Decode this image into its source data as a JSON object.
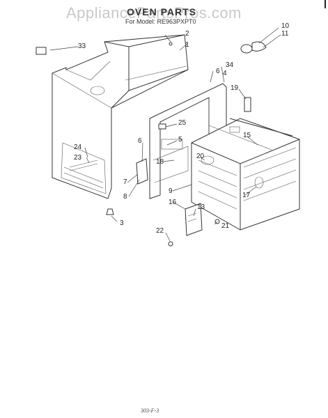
{
  "diagram": {
    "watermark": "AppliancePartsPros.com",
    "title": "OVEN PARTS",
    "subtitle": "For Model: RE963PXPT0",
    "footer_code": "303-F-3",
    "callouts": {
      "c1": "1",
      "c2": "2",
      "c3": "3",
      "c4": "4",
      "c5": "5",
      "c6a": "6",
      "c6b": "6",
      "c7": "7",
      "c8": "8",
      "c9": "9",
      "c10": "10",
      "c11": "11",
      "c13": "13",
      "c15": "15",
      "c16": "16",
      "c17": "17",
      "c18": "18",
      "c19": "19",
      "c20": "20",
      "c21": "21",
      "c22": "22",
      "c23": "23",
      "c24": "24",
      "c25": "25",
      "c33": "33",
      "c34": "34"
    }
  }
}
